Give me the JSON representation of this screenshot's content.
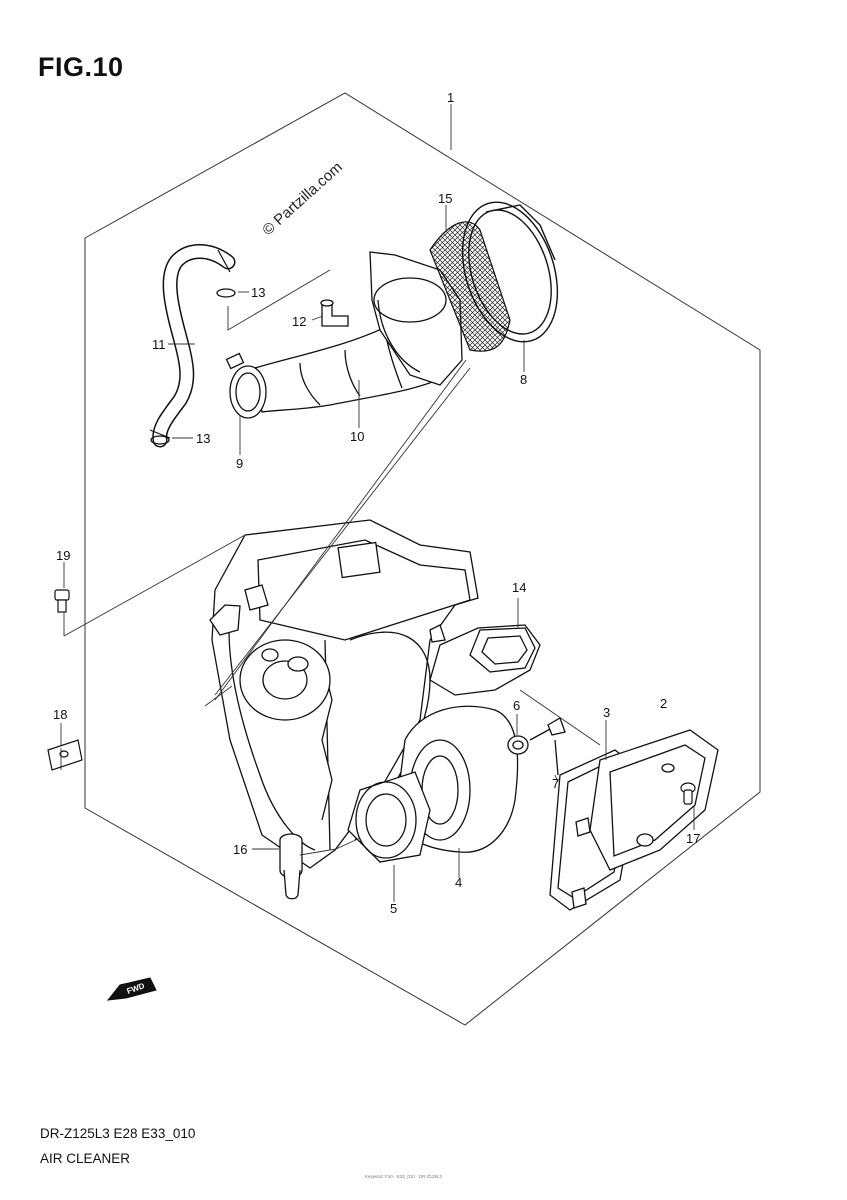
{
  "figure_title": "FIG.10",
  "watermark": "© Partzilla.com",
  "fwd_label": "FWD",
  "model_code": "DR-Z125L3 E28 E33_010",
  "section_name": "AIR CLEANER",
  "footer_note": "Keyword: F10 · E33_010 · DR-Z125L3",
  "callouts": {
    "c1": "1",
    "c2": "2",
    "c3": "3",
    "c4": "4",
    "c5": "5",
    "c6": "6",
    "c7": "7",
    "c8": "8",
    "c9": "9",
    "c10": "10",
    "c11": "11",
    "c12": "12",
    "c13a": "13",
    "c13b": "13",
    "c14": "14",
    "c15": "15",
    "c16": "16",
    "c17": "17",
    "c18": "18",
    "c19": "19"
  }
}
